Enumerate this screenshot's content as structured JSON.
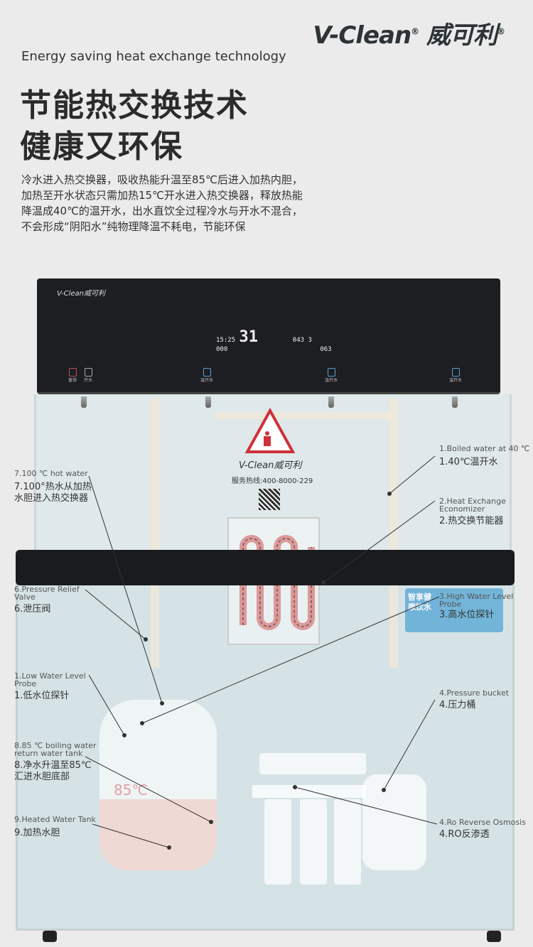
{
  "brand": {
    "name_en": "V-Clean",
    "name_cn": "威可利",
    "reg": "®"
  },
  "subtitle_en": "Energy saving heat exchange technology",
  "title_lines": [
    "节能热交换技术",
    "健康又环保"
  ],
  "description": [
    "冷水进入热交换器，吸收热能升温至85℃后进入加热内胆，",
    "加热至开水状态只需加热15℃开水进入热交换器，释放热能",
    "降温成40℃的温开水，出水直饮全过程冷水与开水不混合，",
    "不会形成“阴阳水”纯物理降温不耗电，节能环保"
  ],
  "panel": {
    "logo": "V-Clean威可利",
    "display": {
      "left_top": "15:25",
      "left_bottom": "000",
      "center": "31",
      "right_top": "043",
      "right_bottom": "063",
      "right_side": "3"
    },
    "buttons": [
      {
        "label": "童锁",
        "color": "#c05050"
      },
      {
        "label": "开水"
      },
      {
        "label": "温开水"
      },
      {
        "label": "温开水"
      },
      {
        "label": "温开水"
      }
    ]
  },
  "warning": {
    "brand": "V-Clean威可利",
    "hotline": "服务热线:400-8000-229"
  },
  "tank_temp": "85℃",
  "sticker_text": "智享健康饮水",
  "labels": {
    "l1": {
      "en": "1.Boiled water at 40 ℃",
      "cn": "1.40℃温开水"
    },
    "l2": {
      "en": "2.Heat Exchange Economizer",
      "cn": "2.热交换节能器"
    },
    "l3": {
      "en": "3.High Water Level Probe",
      "cn": "3.高水位探针"
    },
    "l4a": {
      "en": "4.Pressure bucket",
      "cn": "4.压力桶"
    },
    "l4b": {
      "en": "4.Ro Reverse Osmosis",
      "cn": "4.RO反渗透"
    },
    "l7": {
      "en": "7.100 ℃ hot water",
      "cn1": "7.100°热水从加热",
      "cn2": "水胆进入热交换器"
    },
    "l6": {
      "en": "6.Pressure Relief Valve",
      "cn": "6.泄压阀"
    },
    "lL1": {
      "en": "1.Low Water Level Probe",
      "cn": "1.低水位探针"
    },
    "l8": {
      "en": "8.85 ℃ boiling water return water tank",
      "cn1": "8.净水升温至85℃",
      "cn2": "汇进水胆底部"
    },
    "l9": {
      "en": "9.Heated Water Tank",
      "cn": "9.加热水胆"
    }
  }
}
